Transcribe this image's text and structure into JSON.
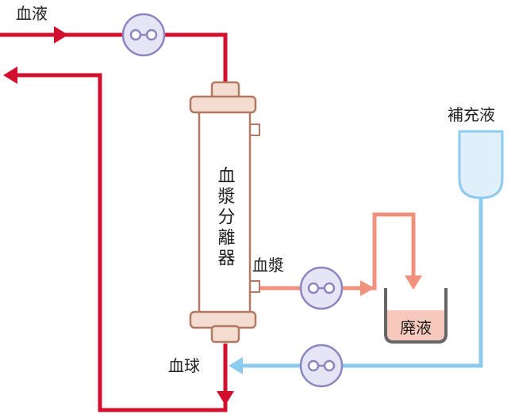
{
  "labels": {
    "blood_in": "血液",
    "replacement_fluid": "補充液",
    "separator": "血漿分離器",
    "plasma": "血漿",
    "waste_fluid": "廃液",
    "blood_cells": "血球"
  },
  "colors": {
    "blood_line": "#d2102e",
    "plasma_line": "#f0917e",
    "fluid_line": "#8ccbee",
    "pump_fill": "#e6e5f5",
    "pump_stroke": "#8a86bf",
    "filter_fill": "#f3dcd0",
    "filter_stroke": "#b27863",
    "bag_fill": "#dff0fb",
    "waste_fill": "#f7c9bd",
    "container_stroke": "#666666"
  },
  "icons": [
    "pump-icon",
    "arrow-icon"
  ]
}
